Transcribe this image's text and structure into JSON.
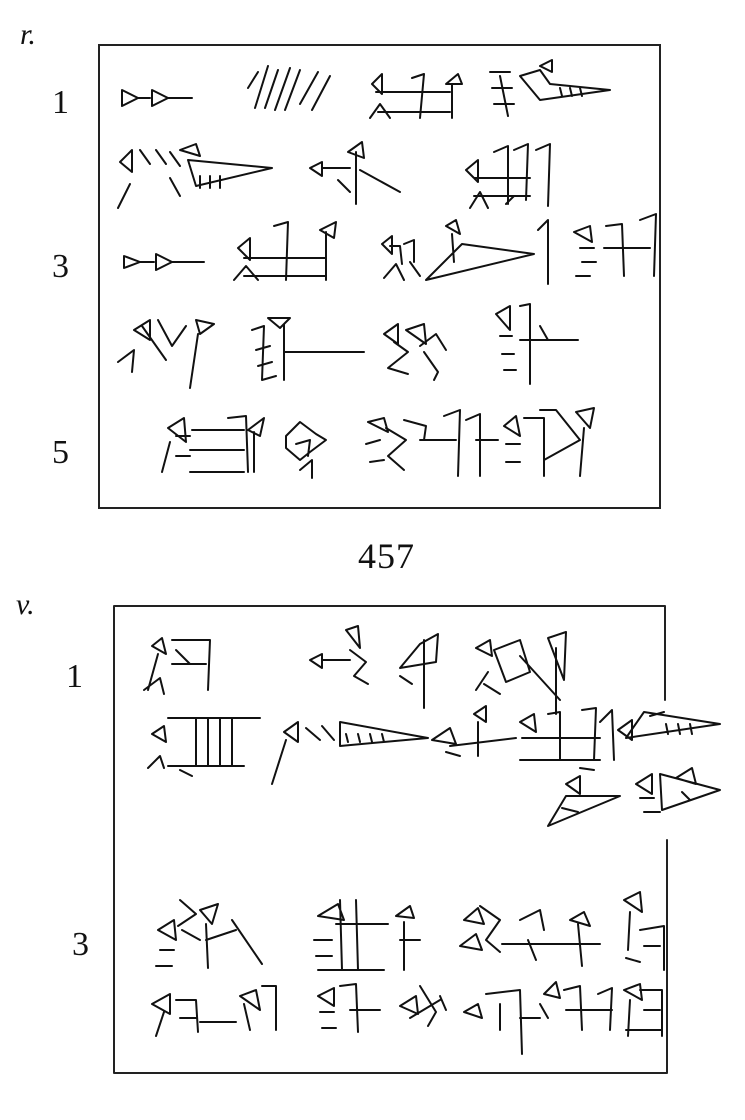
{
  "tablet": {
    "catalog_number": "457",
    "obverse": {
      "side_label": "r.",
      "line_numbers": [
        "1",
        "3",
        "5"
      ]
    },
    "reverse": {
      "side_label": "v.",
      "line_numbers": [
        "1",
        "3"
      ]
    }
  }
}
